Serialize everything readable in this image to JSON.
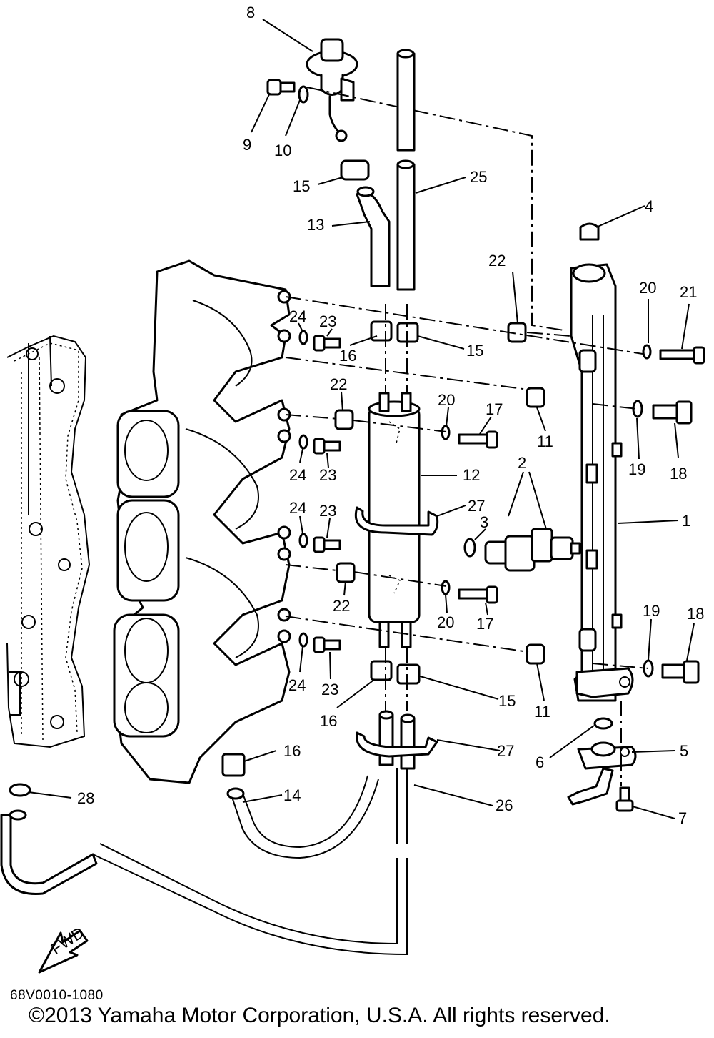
{
  "diagram": {
    "callouts": {
      "c1": "1",
      "c2": "2",
      "c3": "3",
      "c4": "4",
      "c5": "5",
      "c6": "6",
      "c7": "7",
      "c8": "8",
      "c9": "9",
      "c10": "10",
      "c11a": "11",
      "c11b": "11",
      "c12": "12",
      "c13": "13",
      "c14": "14",
      "c15a": "15",
      "c15b": "15",
      "c15c": "15",
      "c16a": "16",
      "c16b": "16",
      "c16c": "16",
      "c17a": "17",
      "c17b": "17",
      "c18a": "18",
      "c18b": "18",
      "c19a": "19",
      "c19b": "19",
      "c20a": "20",
      "c20b": "20",
      "c20c": "20",
      "c21": "21",
      "c22a": "22",
      "c22b": "22",
      "c22c": "22",
      "c23a": "23",
      "c23b": "23",
      "c23c": "23",
      "c23d": "23",
      "c24a": "24",
      "c24b": "24",
      "c24c": "24",
      "c24d": "24",
      "c25": "25",
      "c26": "26",
      "c27a": "27",
      "c27b": "27",
      "c28": "28"
    },
    "fwd_label": "FWD",
    "drawing_code": "68V0010-1080",
    "copyright": "©2013 Yamaha Motor Corporation, U.S.A. All rights reserved."
  }
}
